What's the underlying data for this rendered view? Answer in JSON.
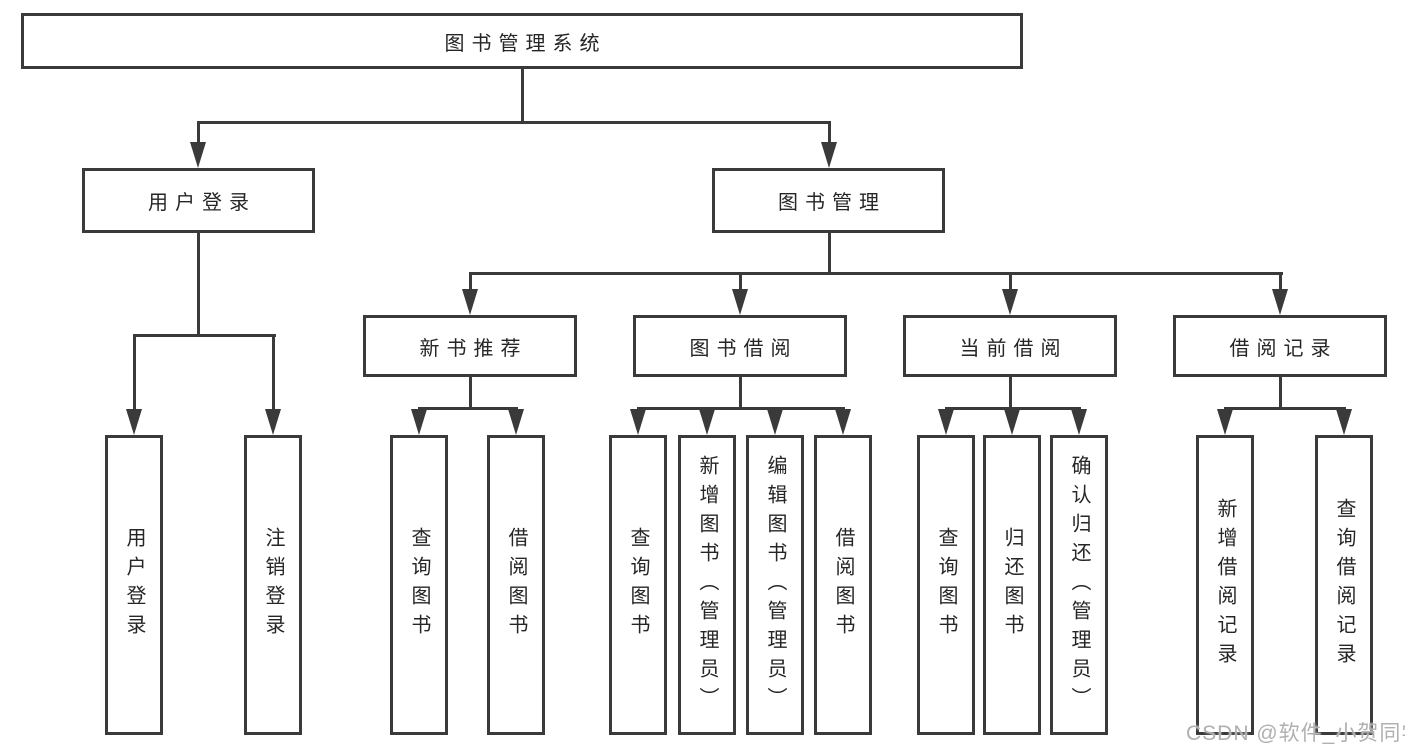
{
  "colors": {
    "line": "#3a3a3a",
    "text": "#262626",
    "watermark": "#b0b0b0",
    "background": "#ffffff"
  },
  "tree": {
    "root": {
      "label": "图书管理系统"
    },
    "branches": [
      {
        "label": "用户登录",
        "children": [
          {
            "label": "用户登录"
          },
          {
            "label": "注销登录"
          }
        ]
      },
      {
        "label": "图书管理",
        "groups": [
          {
            "label": "新书推荐",
            "children": [
              {
                "label": "查询图书"
              },
              {
                "label": "借阅图书"
              }
            ]
          },
          {
            "label": "图书借阅",
            "children": [
              {
                "label": "查询图书"
              },
              {
                "label": "新增图书（管理员）"
              },
              {
                "label": "编辑图书（管理员）"
              },
              {
                "label": "借阅图书"
              }
            ]
          },
          {
            "label": "当前借阅",
            "children": [
              {
                "label": "查询图书"
              },
              {
                "label": "归还图书"
              },
              {
                "label": "确认归还（管理员）"
              }
            ]
          },
          {
            "label": "借阅记录",
            "children": [
              {
                "label": "新增借阅记录"
              },
              {
                "label": "查询借阅记录"
              }
            ]
          }
        ]
      }
    ]
  },
  "watermark": {
    "text": "CSDN @软件_小贺同学"
  }
}
